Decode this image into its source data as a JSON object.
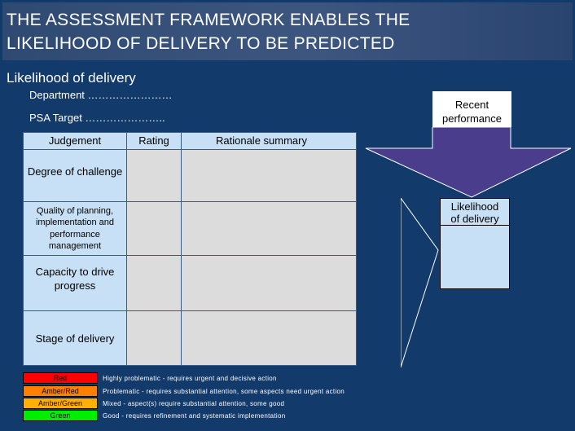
{
  "title": {
    "line1": "THE ASSESSMENT FRAMEWORK ENABLES THE",
    "line2": "LIKELIHOOD OF DELIVERY TO BE PREDICTED"
  },
  "subtitle": "Likelihood of delivery",
  "department_line": "Department  ……………………",
  "psa_line": "PSA Target   …………………..",
  "recent_performance": {
    "line1": "Recent",
    "line2": "performance"
  },
  "likelihood_box": {
    "line1": "Likelihood",
    "line2": "of delivery"
  },
  "table": {
    "headers": [
      "Judgement",
      "Rating",
      "Rationale summary"
    ],
    "rows": [
      {
        "label": "Degree of challenge"
      },
      {
        "label": "Quality of planning, implementation and performance management"
      },
      {
        "label": "Capacity to drive progress"
      },
      {
        "label": "Stage of delivery"
      }
    ]
  },
  "legend": [
    {
      "label": "Red",
      "color": "#ff0000",
      "description": "Highly problematic - requires urgent and decisive action"
    },
    {
      "label": "Amber/Red",
      "color": "#ff7f00",
      "description": "Problematic - requires substantial attention, some aspects need urgent action"
    },
    {
      "label": "Amber/Green",
      "color": "#ffb000",
      "description": "Mixed - aspect(s) require substantial attention, some good"
    },
    {
      "label": "Green",
      "color": "#00ee00",
      "description": "Good - requires refinement and systematic implementation"
    }
  ]
}
